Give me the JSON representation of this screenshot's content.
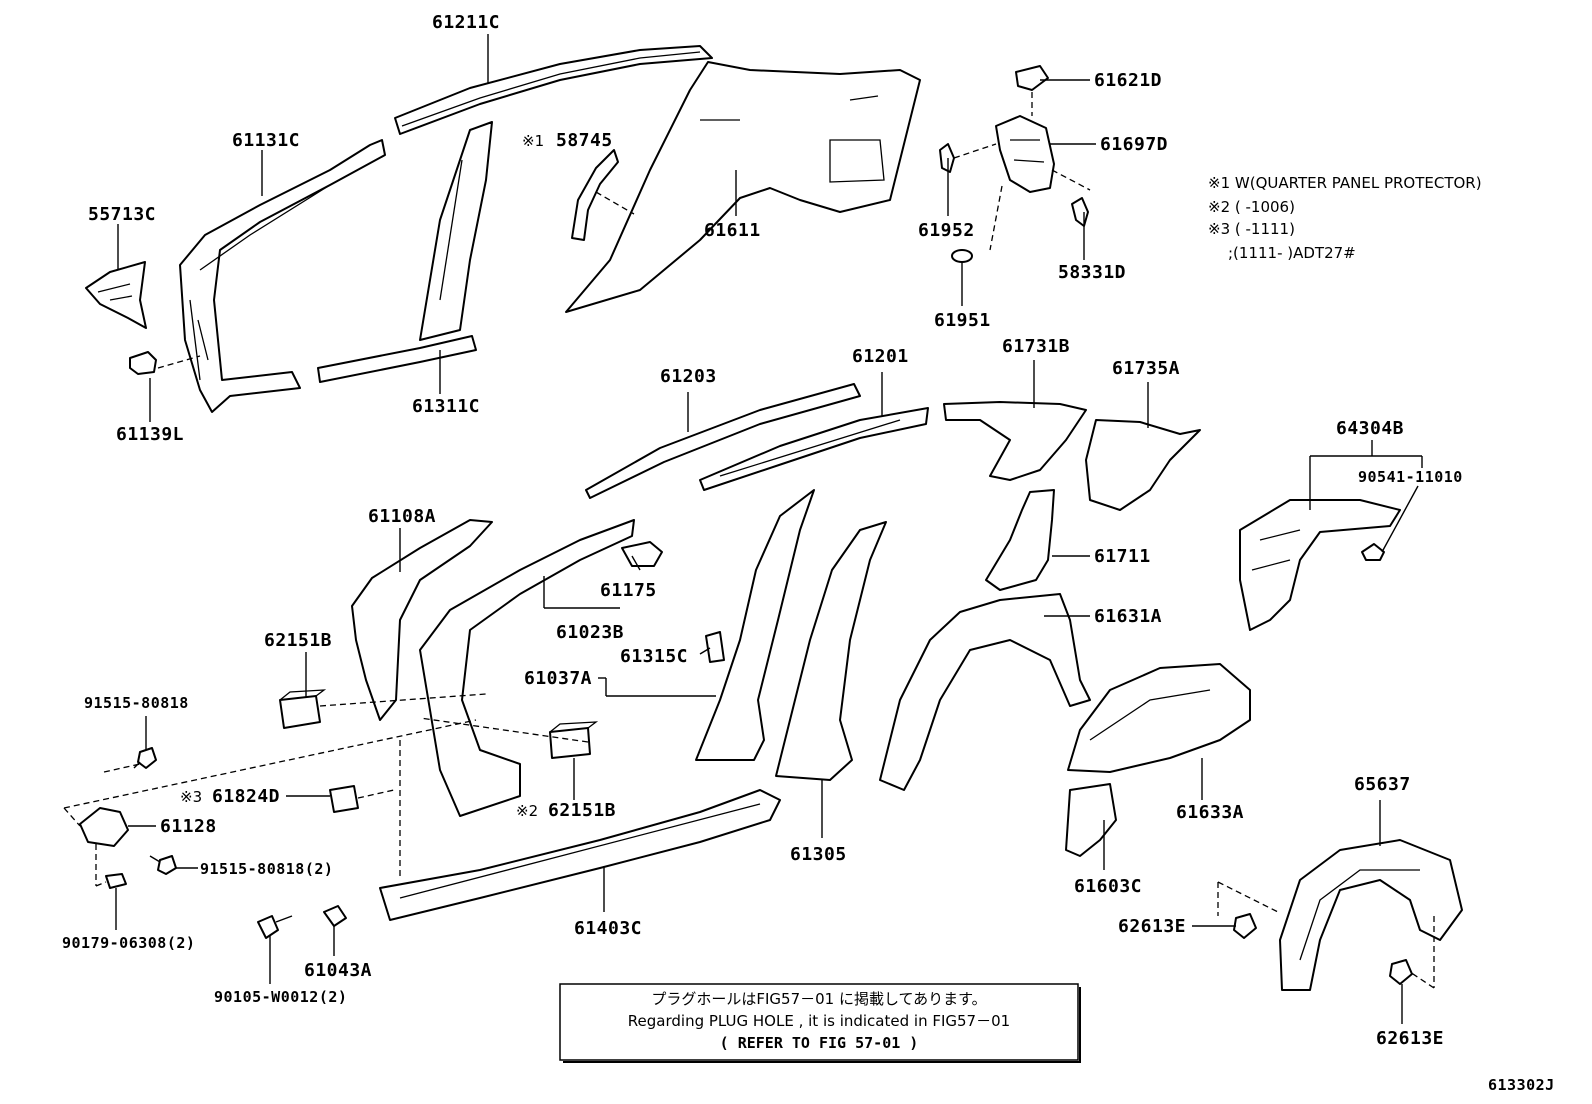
{
  "part_labels": {
    "p61211C": "61211C",
    "p61131C": "61131C",
    "p58745": "58745",
    "p61611": "61611",
    "p55713C": "55713C",
    "p61139L": "61139L",
    "p61311C": "61311C",
    "p61621D": "61621D",
    "p61697D": "61697D",
    "p61952": "61952",
    "p58331D": "58331D",
    "p61951": "61951",
    "p61203": "61203",
    "p61201": "61201",
    "p61731B": "61731B",
    "p61735A": "61735A",
    "p64304B": "64304B",
    "p90541": "90541-11010",
    "p61108A": "61108A",
    "p61175": "61175",
    "p61023B": "61023B",
    "p61711": "61711",
    "p62151B_a": "62151B",
    "p61315C": "61315C",
    "p61037A": "61037A",
    "p61631A": "61631A",
    "p91515_a": "91515-80818",
    "p61824D": "61824D",
    "p62151B_b": "62151B",
    "p61128": "61128",
    "p61633A": "61633A",
    "p65637": "65637",
    "p91515_b": "91515-80818(2)",
    "p61305": "61305",
    "p61603C": "61603C",
    "p90179": "90179-06308(2)",
    "p61403C": "61403C",
    "p62613E_a": "62613E",
    "p61043A": "61043A",
    "p90105": "90105-W0012(2)",
    "p62613E_b": "62613E"
  },
  "marks": {
    "m1": "※1",
    "m2": "※2",
    "m3": "※3"
  },
  "notes": {
    "line1": "※1 W(QUARTER PANEL PROTECTOR)",
    "line2": "※2 (        -1006)",
    "line3": "※3 (        -1111)",
    "line4": ";(1111-        )ADT27#"
  },
  "notice": {
    "jp": "プラグホールはFIG57－01 に掲載してあります。",
    "en": "Regarding PLUG HOLE , it is indicated in FIG57－01",
    "ref": "(  REFER TO FIG 57-01 )"
  },
  "figure_code": "613302J"
}
